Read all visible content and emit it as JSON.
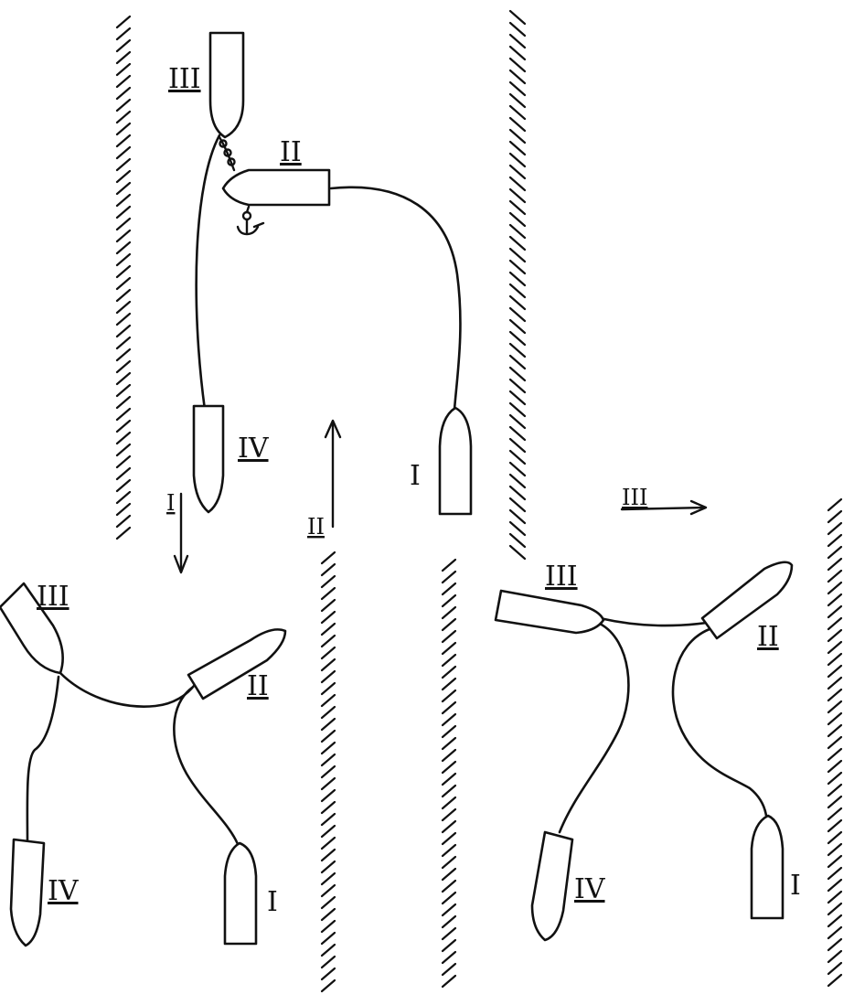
{
  "panel_a": {
    "labels": {
      "boat_iii": "III",
      "boat_ii": "II",
      "boat_iv": "IV",
      "boat_i": "I"
    }
  },
  "panel_b": {
    "labels": {
      "boat_iii": "III",
      "boat_ii": "II",
      "boat_iv": "IV",
      "boat_i": "I"
    }
  },
  "panel_c": {
    "labels": {
      "boat_iii": "III",
      "boat_ii": "II",
      "boat_iv": "IV",
      "boat_i": "I"
    }
  },
  "stage_markers": {
    "arrow_up": "II",
    "arrow_down": "I",
    "arrow_right": "III"
  },
  "colors": {
    "ink": "#111111",
    "paper": "#ffffff"
  }
}
